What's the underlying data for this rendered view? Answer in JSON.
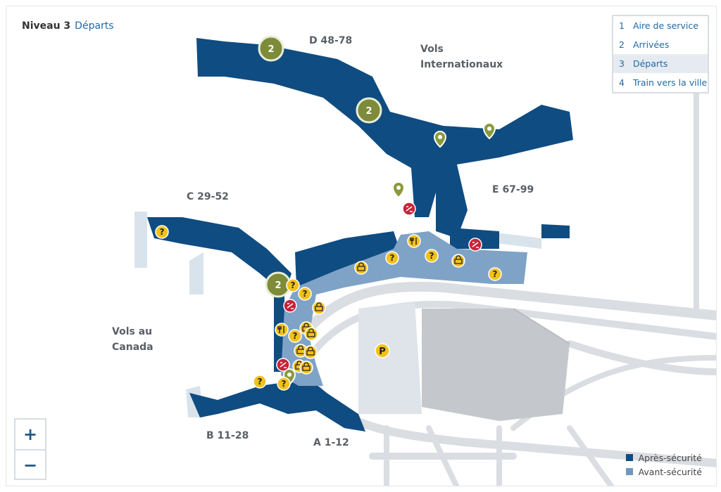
{
  "header": {
    "level": "Niveau 3",
    "sublevel": "Départs"
  },
  "areas": {
    "intl": "Vols\nInternationaux",
    "canada": "Vols au\nCanada",
    "d": "D 48-78",
    "c": "C 29-52",
    "e": "E 67-99",
    "b": "B 11-28",
    "a": "A 1-12"
  },
  "level_menu": [
    {
      "num": "1",
      "label": "Aire de service",
      "active": false
    },
    {
      "num": "2",
      "label": "Arrivées",
      "active": false
    },
    {
      "num": "3",
      "label": "Départs",
      "active": true
    },
    {
      "num": "4",
      "label": "Train vers la ville",
      "active": false
    }
  ],
  "zoom": {
    "in": "+",
    "out": "−"
  },
  "legend": [
    {
      "label": "Après-sécurité",
      "color": "#0f4c81"
    },
    {
      "label": "Avant-sécurité",
      "color": "#6f96bd"
    }
  ],
  "markers": {
    "level_badge": "2",
    "info": "?",
    "parking": "P"
  },
  "colors": {
    "after_security": "#0f4c81",
    "before_security": "#6f96bd",
    "roads": "#d4d8dd",
    "buildings": "#c4c8cd",
    "badge": "#7d8b3a",
    "amenity": "#f2c21a",
    "service_red": "#c7243a",
    "pin": "#8a9a3c"
  },
  "icons": {
    "info": "question-icon",
    "food": "fork-knife-icon",
    "shop": "shopping-icon",
    "service": "service-desk-icon",
    "pin": "location-pin-icon",
    "parking": "parking-icon"
  }
}
